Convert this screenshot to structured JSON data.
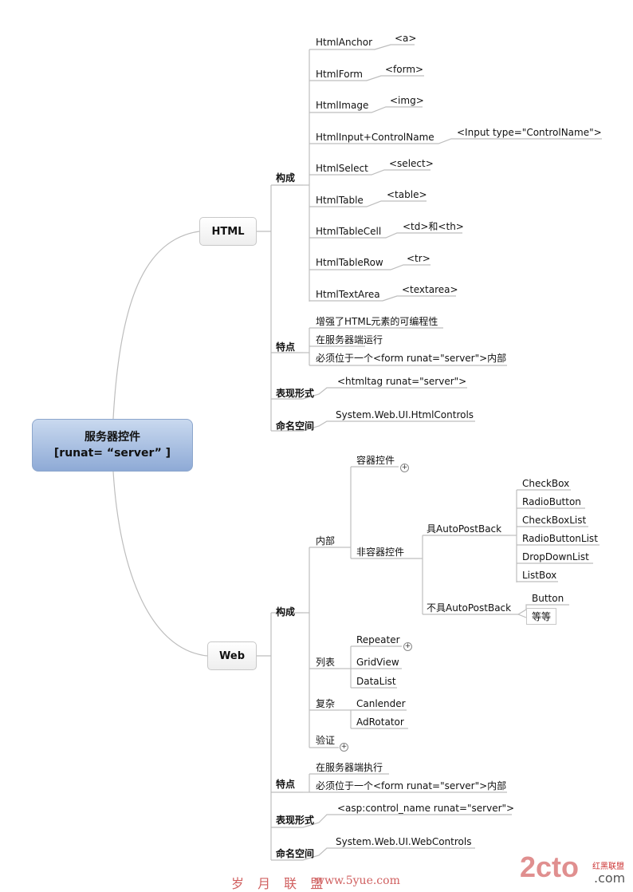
{
  "root": {
    "line1": "服务器控件",
    "line2": "[runat= “server” ]"
  },
  "html": {
    "label": "HTML",
    "composition": {
      "label": "构成",
      "items": [
        {
          "name": "HtmlAnchor",
          "tag": "<a>"
        },
        {
          "name": "HtmlForm",
          "tag": "<form>"
        },
        {
          "name": "HtmlImage",
          "tag": "<img>"
        },
        {
          "name": "HtmlInput+ControlName",
          "tag": "<Input type=\"ControlName\">"
        },
        {
          "name": "HtmlSelect",
          "tag": "<select>"
        },
        {
          "name": "HtmlTable",
          "tag": "<table>"
        },
        {
          "name": "HtmlTableCell",
          "tag": "<td>和<th>"
        },
        {
          "name": "HtmlTableRow",
          "tag": "<tr>"
        },
        {
          "name": "HtmlTextArea",
          "tag": "<textarea>"
        }
      ]
    },
    "features": {
      "label": "特点",
      "items": [
        "增强了HTML元素的可编程性",
        "在服务器端运行",
        "必须位于一个<form runat=\"server\">内部"
      ]
    },
    "form": {
      "label": "表现形式",
      "value": "<htmltag   runat=\"server\">"
    },
    "namespace": {
      "label": "命名空间",
      "value": "System.Web.UI.HtmlControls"
    }
  },
  "web": {
    "label": "Web",
    "composition": {
      "label": "构成",
      "internal": {
        "label": "内部",
        "container": "容器控件",
        "noncontainer": {
          "label": "非容器控件",
          "with_autopostback": {
            "label": "具AutoPostBack",
            "items": [
              "CheckBox",
              "RadioButton",
              "CheckBoxList",
              "RadioButtonList",
              "DropDownList",
              "ListBox"
            ]
          },
          "without_autopostback": {
            "label": "不具AutoPostBack",
            "items": [
              "Button",
              "等等"
            ]
          }
        }
      },
      "list": {
        "label": "列表",
        "items": [
          "Repeater",
          "GridView",
          "DataList"
        ]
      },
      "complex": {
        "label": "复杂",
        "items": [
          "Canlender",
          "AdRotator"
        ]
      },
      "validation": {
        "label": "验证"
      }
    },
    "features": {
      "label": "特点",
      "items": [
        "在服务器端执行",
        "必须位于一个<form runat=\"server\">内部"
      ]
    },
    "form": {
      "label": "表现形式",
      "value": "<asp:control_name  runat=\"server\">"
    },
    "namespace": {
      "label": "命名空间",
      "value": "System.Web.UI.WebControls"
    }
  },
  "plus_symbol": "+",
  "watermark": {
    "text1": "岁 月 联 盟",
    "text2": "www.5yue.com",
    "logo": "2cto",
    "logo_sub1": "红黑联盟",
    "logo_sub2": ".com"
  }
}
